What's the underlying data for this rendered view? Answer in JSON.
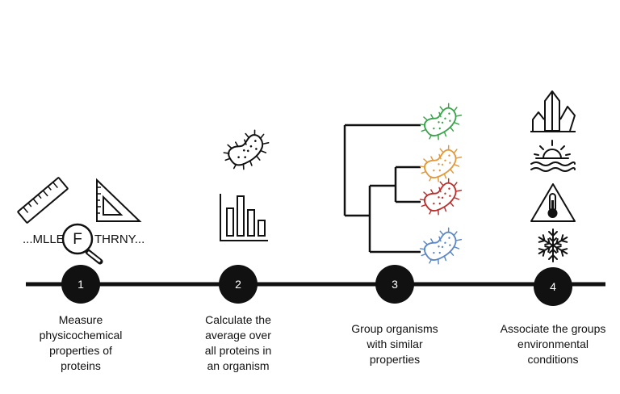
{
  "steps": [
    {
      "number": "1",
      "label_lines": [
        "Measure",
        "physicochemical",
        "properties of",
        "proteins"
      ]
    },
    {
      "number": "2",
      "label_lines": [
        "Calculate the",
        "average over",
        "all proteins in",
        "an organism"
      ]
    },
    {
      "number": "3",
      "label_lines": [
        "Group organisms",
        "with similar",
        "properties"
      ]
    },
    {
      "number": "4",
      "label_lines": [
        "Associate the groups",
        "environmental",
        "conditions"
      ]
    }
  ],
  "sequence": {
    "left": "...MLLE",
    "center": "F",
    "right": "THRNY..."
  },
  "colors": {
    "line": "#111111",
    "bacteria_green": "#3aa44a",
    "bacteria_orange": "#e3993b",
    "bacteria_red": "#b8312f",
    "bacteria_blue": "#5b87c6"
  },
  "icons": [
    "ruler-icon",
    "set-square-icon",
    "magnifier-icon",
    "bacterium-icon",
    "bar-chart-icon",
    "dendrogram-icon",
    "crystal-icon",
    "sunset-water-icon",
    "thermometer-warning-icon",
    "snowflake-icon"
  ]
}
